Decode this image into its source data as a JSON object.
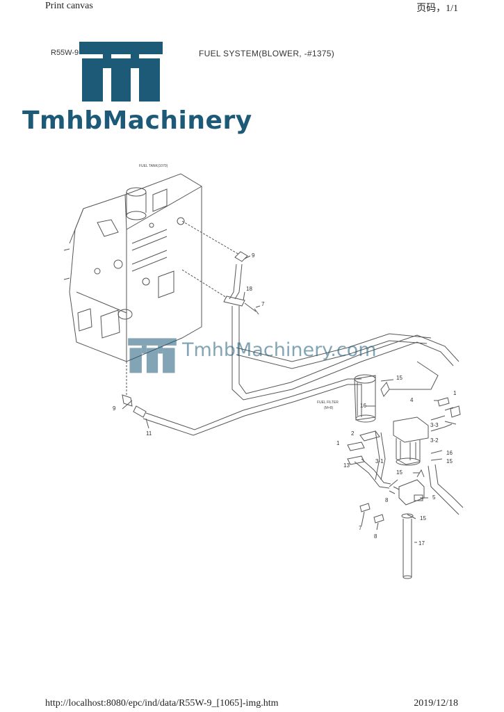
{
  "print_header": {
    "left": "Print canvas",
    "right": "页码，1/1"
  },
  "print_footer": {
    "left": "http://localhost:8080/epc/ind/data/R55W-9_[1065]-img.htm",
    "right": "2019/12/18"
  },
  "diagram": {
    "model": "R55W-9",
    "title": "FUEL SYSTEM(BLOWER, -#1375)",
    "tank_label": "FUEL TANK(1070)",
    "filter_label_1": "FUEL FILTER",
    "filter_label_2": "(M×8)",
    "callouts": {
      "c9a": "9",
      "c18": "18",
      "c7": "7",
      "c9b": "9",
      "c11": "11",
      "c15a": "15",
      "c16a": "16",
      "c4": "4",
      "c3_3": "3-3",
      "c2": "2",
      "c3_2": "3-2",
      "c1": "1",
      "c16b": "16",
      "c15b": "15",
      "c13": "13",
      "c3_1": "3-1",
      "c15c": "15",
      "c8": "8",
      "c5": "5",
      "c15d": "15",
      "c7b": "7",
      "c8b": "8",
      "c17": "17",
      "c1b": "1"
    }
  },
  "watermark": {
    "brand": "TmhbMachinery",
    "url": "TmhbMachinery.com"
  },
  "colors": {
    "brand": "#1d5a78",
    "line": "#555555"
  }
}
